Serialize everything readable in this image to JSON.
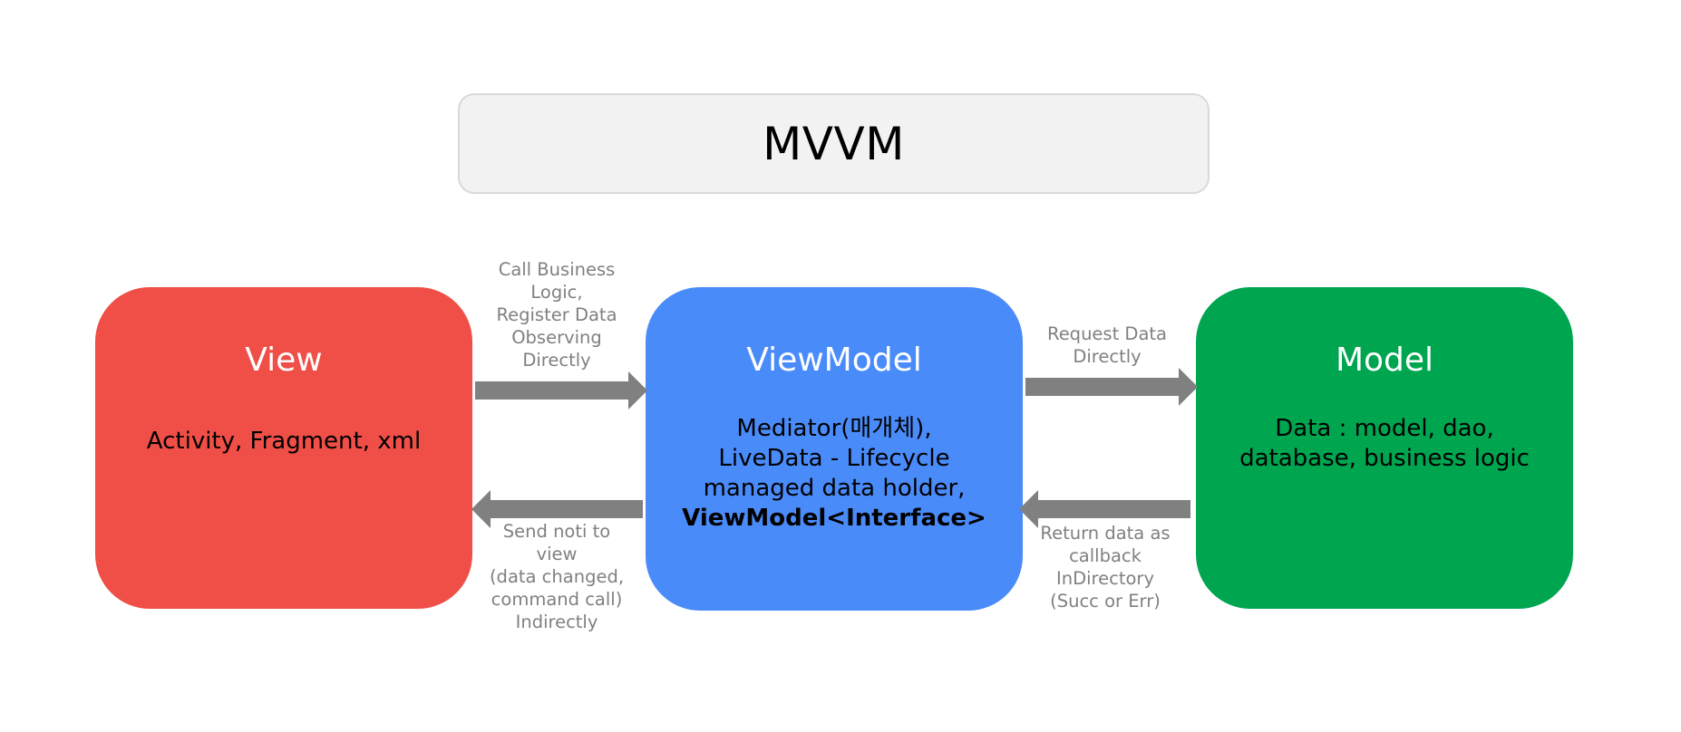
{
  "title": "MVVM",
  "boxes": {
    "view": {
      "title": "View",
      "desc": "Activity, Fragment, xml",
      "color": "#f04f47"
    },
    "viewmodel": {
      "title": "ViewModel",
      "desc_lines": [
        "Mediator(매개체),",
        "LiveData - Lifecycle",
        "managed data holder,"
      ],
      "desc_bold": "ViewModel<Interface>",
      "color": "#4a8bfa"
    },
    "model": {
      "title": "Model",
      "desc_lines": [
        "Data : model, dao,",
        "database, business logic"
      ],
      "color": "#00a550"
    }
  },
  "arrows": {
    "view_to_vm": [
      "Call Business",
      "Logic,",
      "Register Data",
      "Observing",
      "Directly"
    ],
    "vm_to_view": [
      "Send noti to",
      "view",
      "(data changed,",
      "command call)",
      "Indirectly"
    ],
    "vm_to_model": [
      "Request Data",
      "Directly"
    ],
    "model_to_vm": [
      "Return data as",
      "callback",
      "InDirectory",
      "(Succ or Err)"
    ],
    "color": "#808080"
  }
}
